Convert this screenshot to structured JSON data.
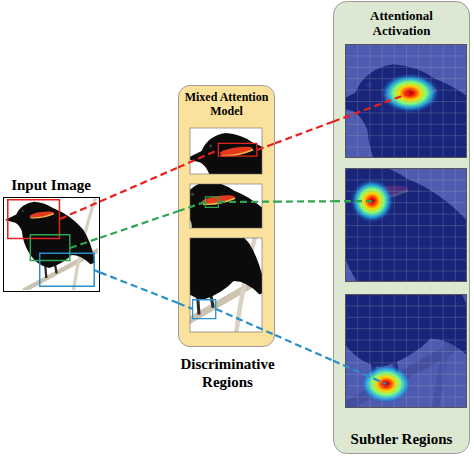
{
  "diagram": {
    "nodes": [
      {
        "text": [
          "Input Image"
        ]
      },
      {
        "text": [
          "Mixed Attention Model",
          "Discriminative Regions"
        ]
      },
      {
        "text": [
          "Attentional Activation",
          "Subtler Regions"
        ]
      }
    ],
    "edges": [
      {
        "from": 0,
        "to": 1,
        "arrow": "none"
      },
      {
        "from": 0,
        "to": 1,
        "arrow": "none"
      },
      {
        "from": 0,
        "to": 1,
        "arrow": "none"
      },
      {
        "from": 1,
        "to": 2,
        "arrow": "none"
      },
      {
        "from": 1,
        "to": 2,
        "arrow": "none"
      },
      {
        "from": 1,
        "to": 2,
        "arrow": "none"
      }
    ]
  }
}
